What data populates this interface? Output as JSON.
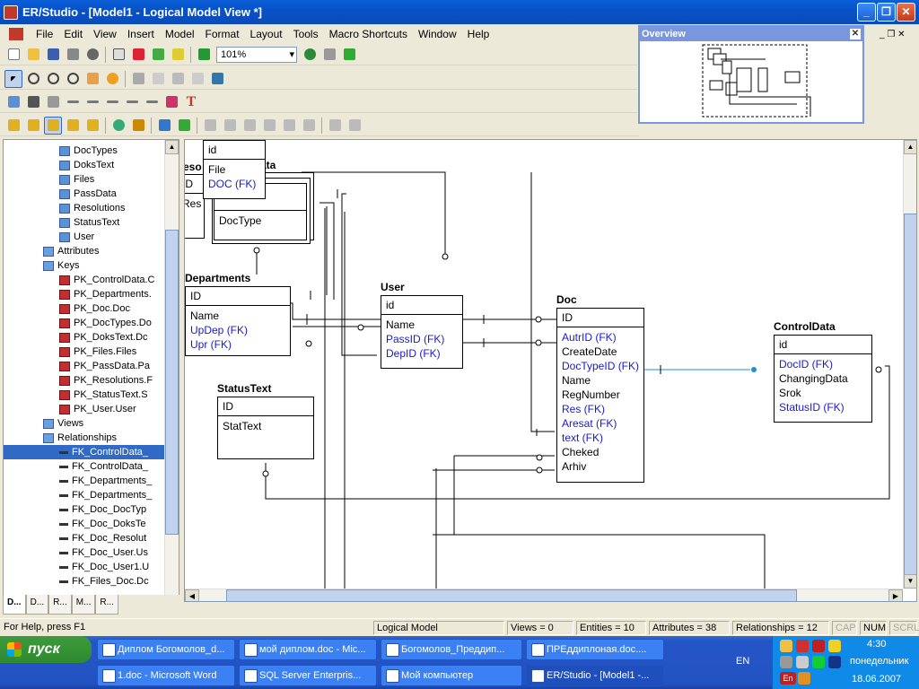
{
  "window": {
    "title": "ER/Studio - [Model1 - Logical Model View *]"
  },
  "menu": [
    "File",
    "Edit",
    "View",
    "Insert",
    "Model",
    "Format",
    "Layout",
    "Tools",
    "Macro Shortcuts",
    "Window",
    "Help"
  ],
  "toolbar": {
    "zoom": "101%"
  },
  "overview": {
    "title": "Overview"
  },
  "tree": {
    "items": [
      {
        "label": "DocTypes",
        "type": "tbl"
      },
      {
        "label": "DoksText",
        "type": "tbl"
      },
      {
        "label": "Files",
        "type": "tbl"
      },
      {
        "label": "PassData",
        "type": "tbl"
      },
      {
        "label": "Resolutions",
        "type": "tbl"
      },
      {
        "label": "StatusText",
        "type": "tbl"
      },
      {
        "label": "User",
        "type": "tbl"
      },
      {
        "label": "Attributes",
        "type": "folder"
      },
      {
        "label": "Keys",
        "type": "folder"
      },
      {
        "label": "PK_ControlData.C",
        "type": "key"
      },
      {
        "label": "PK_Departments.",
        "type": "key"
      },
      {
        "label": "PK_Doc.Doc",
        "type": "key"
      },
      {
        "label": "PK_DocTypes.Do",
        "type": "key"
      },
      {
        "label": "PK_DoksText.Dc",
        "type": "key"
      },
      {
        "label": "PK_Files.Files",
        "type": "key"
      },
      {
        "label": "PK_PassData.Pa",
        "type": "key"
      },
      {
        "label": "PK_Resolutions.F",
        "type": "key"
      },
      {
        "label": "PK_StatusText.S",
        "type": "key"
      },
      {
        "label": "PK_User.User",
        "type": "key"
      },
      {
        "label": "Views",
        "type": "folder"
      },
      {
        "label": "Relationships",
        "type": "folder"
      },
      {
        "label": "FK_ControlData_",
        "type": "rel"
      },
      {
        "label": "FK_ControlData_",
        "type": "rel"
      },
      {
        "label": "FK_Departments_",
        "type": "rel"
      },
      {
        "label": "FK_Departments_",
        "type": "rel"
      },
      {
        "label": "FK_Doc_DocTyp",
        "type": "rel"
      },
      {
        "label": "FK_Doc_DoksTe",
        "type": "rel"
      },
      {
        "label": "FK_Doc_Resolut",
        "type": "rel"
      },
      {
        "label": "FK_Doc_User.Us",
        "type": "rel"
      },
      {
        "label": "FK_Doc_User1.U",
        "type": "rel"
      },
      {
        "label": "FK_Files_Doc.Dc",
        "type": "rel"
      }
    ]
  },
  "tabs": [
    "D...",
    "D...",
    "R...",
    "M...",
    "R..."
  ],
  "entities": {
    "files": {
      "pk": "id",
      "attrs": [
        "File",
        "DOC (FK)"
      ]
    },
    "doctypes": {
      "attr": "DocType"
    },
    "res_partial": {
      "name": "eso",
      "pk": "ID",
      "attr": "Res"
    },
    "data_partial": {
      "name": "ata"
    },
    "departments": {
      "name": "Departments",
      "pk": "ID",
      "attrs": [
        "Name",
        "UpDep (FK)",
        "Upr (FK)"
      ]
    },
    "user": {
      "name": "User",
      "pk": "id",
      "attrs": [
        "Name",
        "PassID (FK)",
        "DepID (FK)"
      ]
    },
    "doc": {
      "name": "Doc",
      "pk": "ID",
      "attrs": [
        "AutrID (FK)",
        "CreateDate",
        "DocTypeID (FK)",
        "Name",
        "RegNumber",
        "Res (FK)",
        "Aresat (FK)",
        "text (FK)",
        "Cheked",
        "Arhiv"
      ]
    },
    "controldata": {
      "name": "ControlData",
      "pk": "id",
      "attrs": [
        "DocID (FK)",
        "ChangingData",
        "Srok",
        "StatusID (FK)"
      ]
    },
    "statustext": {
      "name": "StatusText",
      "pk": "ID",
      "attrs": [
        "StatText"
      ]
    }
  },
  "status": {
    "help": "For Help, press F1",
    "view": "Logical Model",
    "views": "Views = 0",
    "entities": "Entities = 10",
    "attributes": "Attributes = 38",
    "relationships": "Relationships = 12",
    "cap": "CAP",
    "num": "NUM",
    "scrl": "SCRL"
  },
  "taskbar": {
    "start": "пуск",
    "tasks": [
      "Диплом Богомолов_d...",
      "мой диплом.doc - Mic...",
      "Богомолов_Преддип...",
      "ПРЕддиплоная.doc....",
      "1.doc - Microsoft Word",
      "SQL Server Enterpris...",
      "Мой компьютер",
      "ER/Studio - [Model1 -..."
    ],
    "lang": "EN",
    "lang2": "En",
    "time": "4:30",
    "day": "понедельник",
    "date": "18.06.2007"
  }
}
